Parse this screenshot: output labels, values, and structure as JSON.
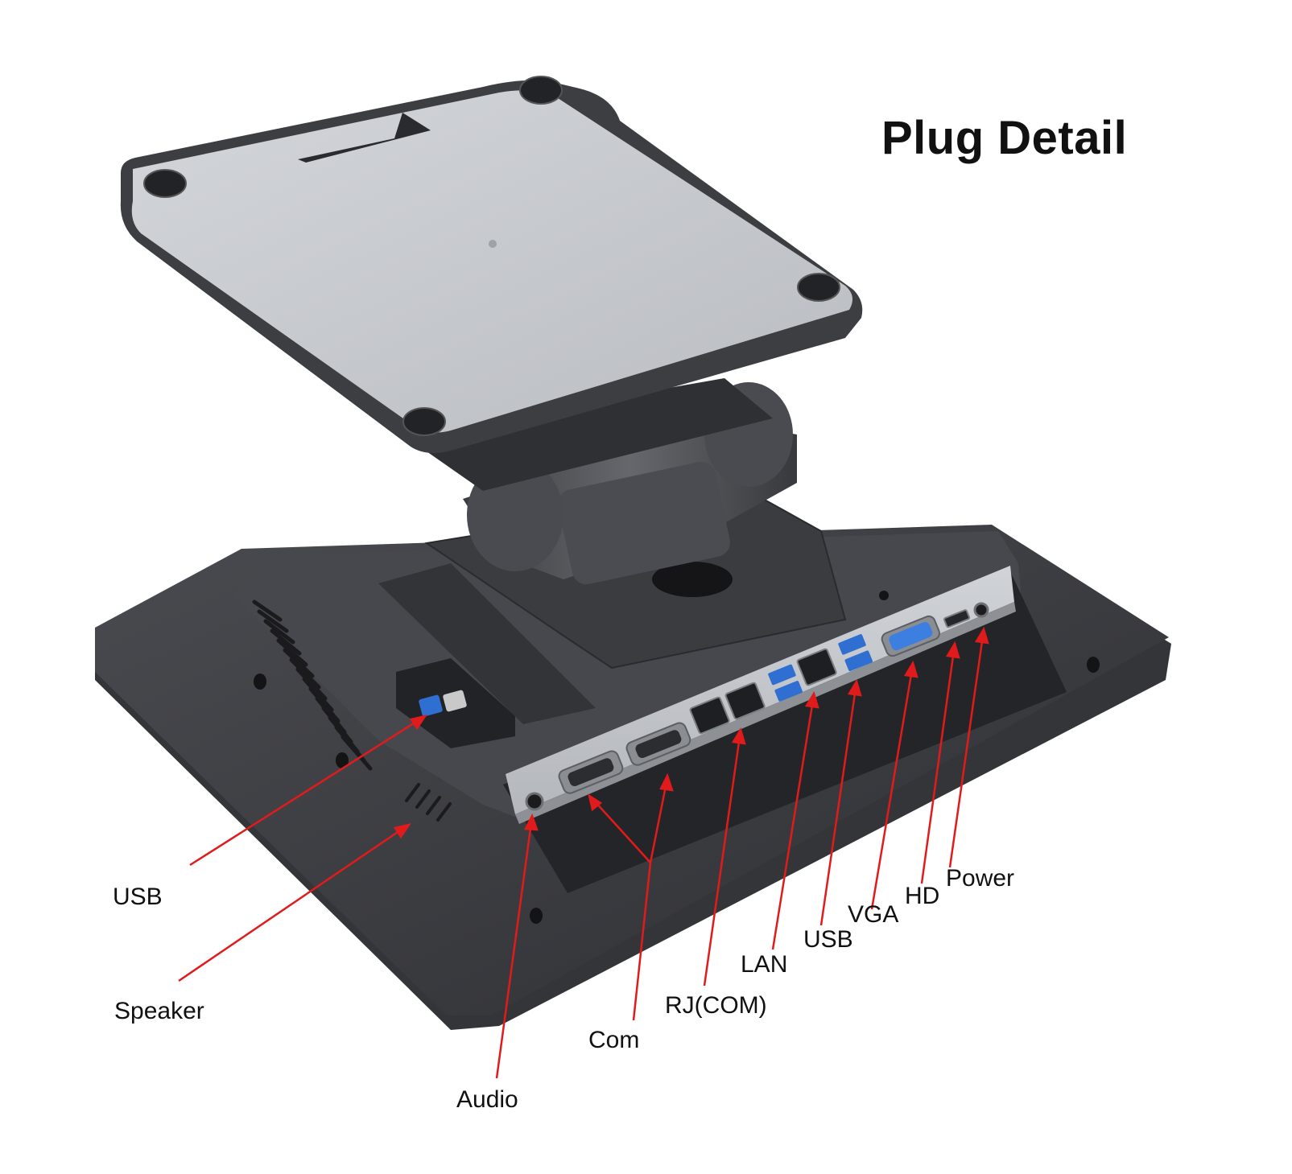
{
  "title": "Plug Detail",
  "colors": {
    "background": "#ffffff",
    "callout_line": "#e11b1b",
    "body_dark": "#3f4044",
    "body_mid": "#55565b",
    "plate": "#c9ccd0",
    "io_panel": "#c3c6cb",
    "usb3_port": "#2f6fd1",
    "vga_port": "#3d7fe0"
  },
  "labels": {
    "usb_side": "USB",
    "speaker": "Speaker",
    "audio": "Audio",
    "com": "Com",
    "rj_com": "RJ(COM)",
    "lan": "LAN",
    "usb_rear": "USB",
    "vga": "VGA",
    "hd": "HD",
    "power": "Power"
  }
}
